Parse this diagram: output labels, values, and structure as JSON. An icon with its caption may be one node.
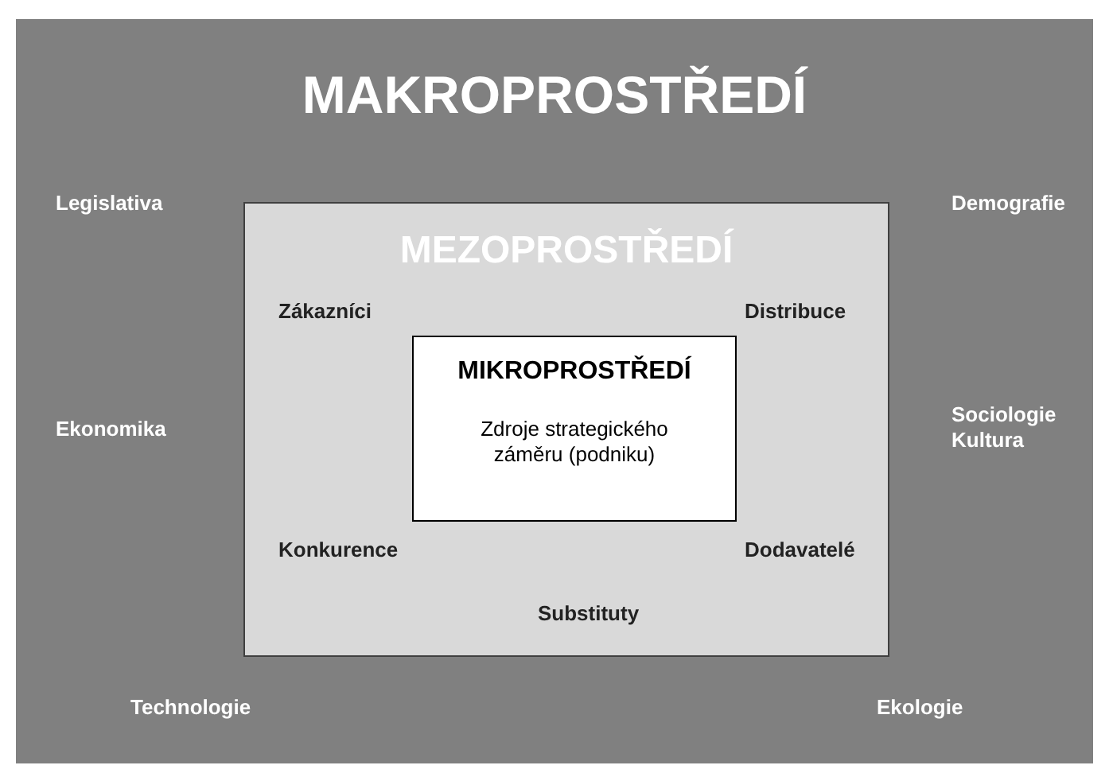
{
  "diagram": {
    "nodes": [
      {
        "text": [
          "MAKROPROSTŘEDÍ"
        ]
      },
      {
        "text": [
          "MEZOPROSTŘEDÍ"
        ],
        "in": 0
      },
      {
        "text": [
          "MIKROPROSTŘEDÍ",
          "Zdroje strategického záměru (podniku)"
        ],
        "in": 1
      }
    ],
    "labels": [
      "Legislativa",
      "Demografie",
      "Zákazníci",
      "Distribuce",
      "Ekonomika",
      "Sociologie Kultura",
      "Konkurence",
      "Dodavatelé",
      "Substituty",
      "Technologie",
      "Ekologie"
    ]
  }
}
